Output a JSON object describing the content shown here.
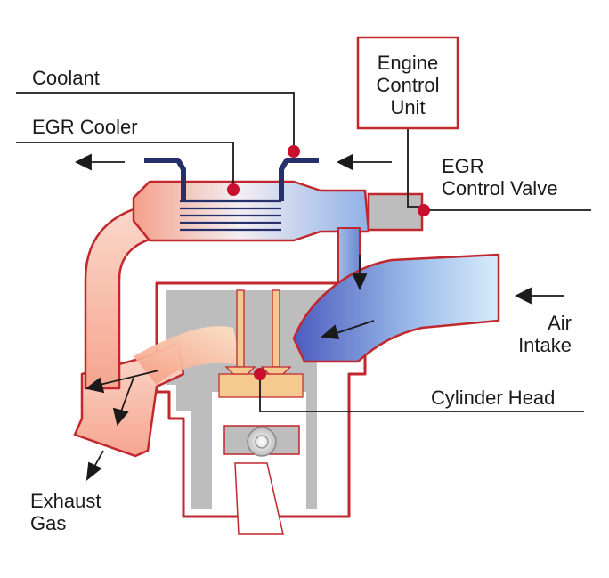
{
  "labels": {
    "coolant": "Coolant",
    "egr_cooler": "EGR Cooler",
    "ecu": [
      "Engine",
      "Control",
      "Unit"
    ],
    "egr_valve": [
      "EGR",
      "Control Valve"
    ],
    "air_intake": [
      "Air",
      "Intake"
    ],
    "cylinder_head": "Cylinder Head",
    "exhaust_gas": [
      "Exhaust",
      "Gas"
    ]
  },
  "colors": {
    "outline_red": "#c1272d",
    "marker_red": "#c8102e",
    "hot_exhaust": "#f4a08a",
    "cool_intake": "#5d6fc7",
    "pale_intake": "#cfe6f8",
    "coolant_pipe": "#26306b",
    "engine_gray": "#bdbdbd",
    "valve_tan": "#f6c98f",
    "leader_line": "#1a1a1a"
  }
}
